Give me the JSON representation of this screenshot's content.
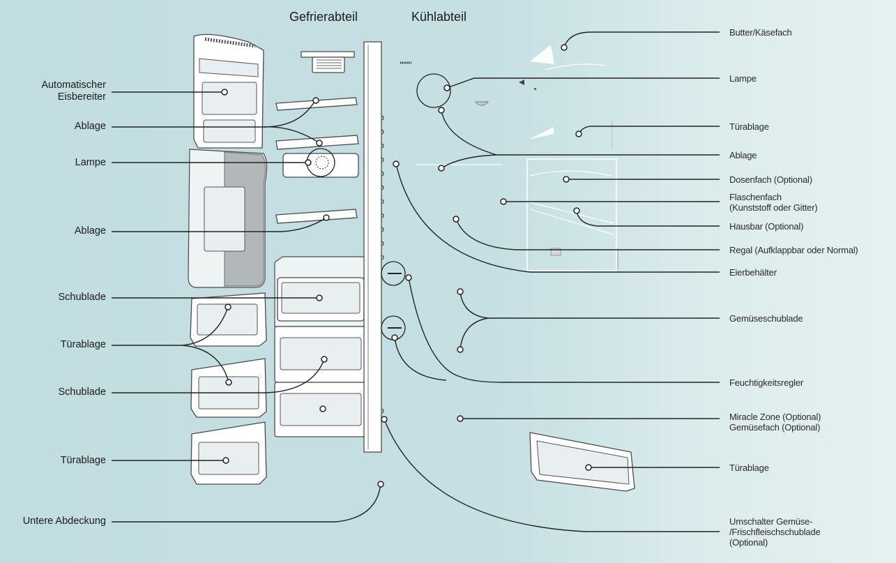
{
  "headings": {
    "freezer": "Gefrierabteil",
    "fridge": "Kühlabteil"
  },
  "left_labels": {
    "ice_maker": "Automatischer\nEisbereiter",
    "shelf_1": "Ablage",
    "lamp": "Lampe",
    "shelf_2": "Ablage",
    "drawer_1": "Schublade",
    "door_shelf_1": "Türablage",
    "drawer_2": "Schublade",
    "door_shelf_2": "Türablage",
    "bottom_cover": "Untere Abdeckung"
  },
  "right_labels": {
    "butter": "Butter/Käsefach",
    "lamp": "Lampe",
    "door_shelf_1": "Türablage",
    "shelf": "Ablage",
    "can_holder": "Dosenfach (Optional)",
    "bottle_rack": "Flaschenfach\n(Kunststoff oder Gitter)",
    "home_bar": "Hausbar (Optional)",
    "fold_shelf": "Regal (Aufklappbar oder Normal)",
    "egg_tray": "Eierbehälter",
    "vegetable_drawer": "Gemüseschublade",
    "humidity": "Feuchtigkeitsregler",
    "miracle_zone": "Miracle Zone (Optional)\nGemüsefach (Optional)",
    "door_shelf_2": "Türablage",
    "switch": "Umschalter Gemüse-\n/Frischfleischschublade\n(Optional)"
  }
}
